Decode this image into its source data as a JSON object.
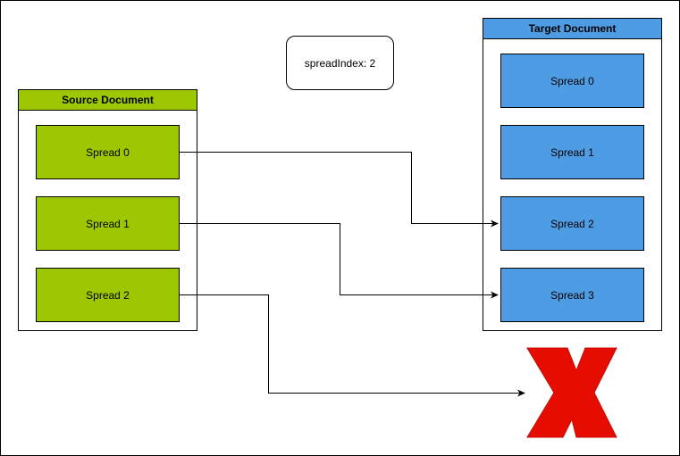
{
  "note": {
    "label": "spreadIndex: 2"
  },
  "source": {
    "title": "Source Document",
    "color": "#9dc700",
    "spreads": [
      "Spread 0",
      "Spread 1",
      "Spread 2"
    ]
  },
  "target": {
    "title": "Target Document",
    "color": "#4e9de4",
    "spreads": [
      "Spread 0",
      "Spread 1",
      "Spread 2",
      "Spread 3"
    ]
  },
  "connections": [
    {
      "from": "Source Spread 0",
      "to": "Target Spread 2"
    },
    {
      "from": "Source Spread 1",
      "to": "Target Spread 3"
    },
    {
      "from": "Source Spread 2",
      "to": "invalid-marker"
    }
  ],
  "invalid_marker": {
    "icon": "red-x-icon",
    "color": "#e60d00"
  }
}
